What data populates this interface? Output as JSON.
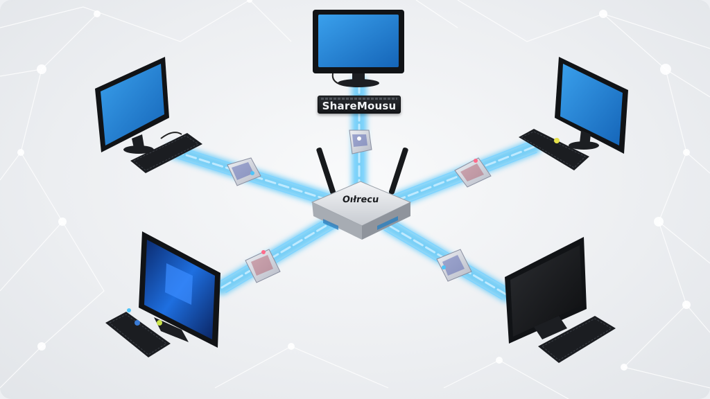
{
  "diagram": {
    "label_plate": {
      "text": "ShareMousu"
    },
    "hub": {
      "label": "Oıłrecu"
    },
    "nodes": [
      {
        "id": "pc-top",
        "screen": "blue",
        "keyboard": true
      },
      {
        "id": "pc-upper-left",
        "screen": "blue",
        "keyboard": true
      },
      {
        "id": "pc-upper-right",
        "screen": "blue",
        "keyboard": true
      },
      {
        "id": "pc-lower-left",
        "screen": "windows-blue",
        "keyboard": true
      },
      {
        "id": "pc-lower-right",
        "screen": "off-black",
        "keyboard": true
      }
    ],
    "connectors": 5,
    "colors": {
      "screen_blue": "#1d7fd1",
      "link_glow": "#4fc3f7",
      "hub_body": "#d7dadf",
      "connector_cube": "#c9ccd6",
      "background": "#eceef1"
    }
  }
}
